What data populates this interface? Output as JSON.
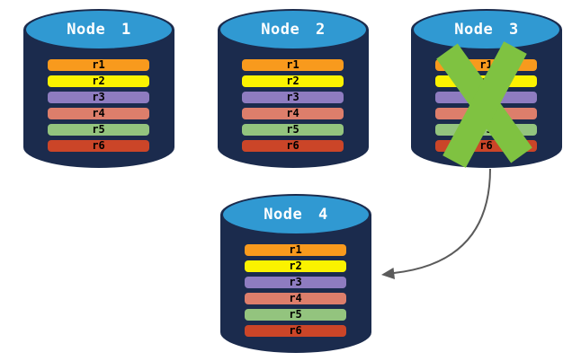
{
  "diagram": {
    "colors": {
      "cylinder_body": "#1B2B4D",
      "cylinder_top": "#3099D2",
      "node_label": "#FFFFFF",
      "bar_label": "#000000",
      "failure_x": "#7FC241",
      "arrow": "#5B5B5B"
    },
    "replicas": [
      {
        "label": "r1",
        "color": "#F89A1D"
      },
      {
        "label": "r2",
        "color": "#FBF200"
      },
      {
        "label": "r3",
        "color": "#8E7CC0"
      },
      {
        "label": "r4",
        "color": "#DD7E6B"
      },
      {
        "label": "r5",
        "color": "#93C47E"
      },
      {
        "label": "r6",
        "color": "#CB4528"
      }
    ],
    "nodes": [
      {
        "name": "Node 1",
        "failed": false
      },
      {
        "name": "Node 2",
        "failed": false
      },
      {
        "name": "Node 3",
        "failed": true
      },
      {
        "name": "Node 4",
        "failed": false
      }
    ],
    "arrow": {
      "from": "Node 3",
      "to": "Node 4"
    }
  }
}
